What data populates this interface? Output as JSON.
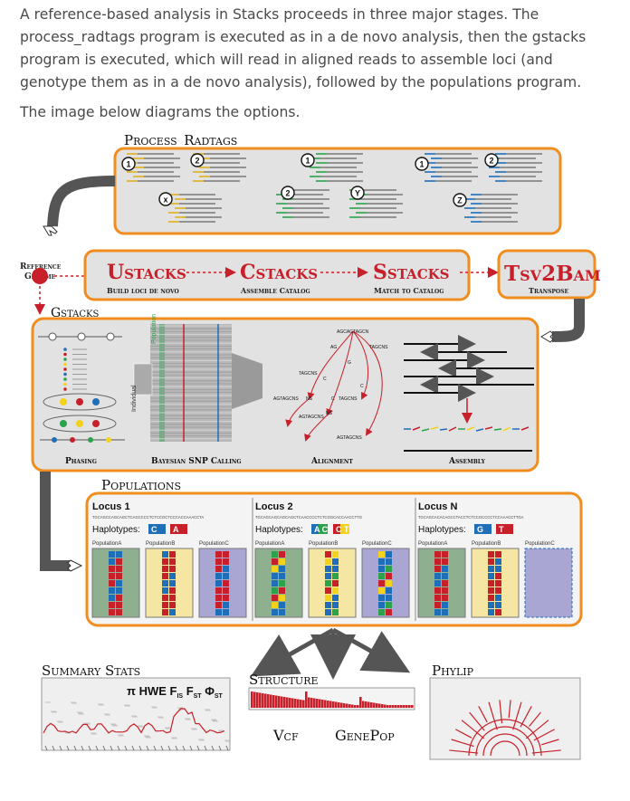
{
  "text": {
    "intro": "A reference-based analysis in Stacks proceeds in three major stages. The process_radtags program is executed as in a de novo analysis, then the gstacks program is executed, which will read in aligned reads to assemble loci (and genotype them as in a de novo analysis), followed by the populations program.",
    "image_caption": "The image below diagrams the options."
  },
  "diagram": {
    "process_radtags_title": "Process_Radtags",
    "process_radtags_markers": [
      "1",
      "2",
      "x",
      "1",
      "2",
      "Y",
      "1",
      "2",
      "Z"
    ],
    "reference_genome": "Reference Genome",
    "stages": [
      {
        "title": "Ustacks",
        "subtitle": "Build loci de novo"
      },
      {
        "title": "Cstacks",
        "subtitle": "Assemble Catalog"
      },
      {
        "title": "Sstacks",
        "subtitle": "Match to Catalog"
      }
    ],
    "tsv2bam": {
      "title": "Tsv2Bam",
      "subtitle": "Transpose"
    },
    "gstacks": {
      "title": "Gstacks",
      "panels": [
        "Phasing",
        "Bayesian SNP Calling",
        "Alignment",
        "Assembly"
      ],
      "axis_population": "Population",
      "axis_individual": "Individual",
      "alignment_seqs": [
        "AGCAGTAGCN",
        "AG",
        "TAGCNS",
        "G",
        "TAGCNS",
        "C",
        "AGTAGCNS",
        "NS",
        "C",
        "TAGCNS",
        "AGTAGCNS",
        "NS",
        "AGTAGCNS",
        "C"
      ]
    },
    "populations": {
      "title": "Populations",
      "loci": [
        {
          "name": "Locus 1",
          "seq": "TGCAGCCAGCAGCTCAGCCCCTCTCCGCTCCCACCAAACCTA",
          "haplotypes_label": "Haplotypes:",
          "haplotypes": [
            "C",
            "A"
          ]
        },
        {
          "name": "Locus 2",
          "seq": "TGCAGCAGCAGCAGCTCAACCCCTCTCGGCACCAACCTTG",
          "haplotypes_label": "Haplotypes:",
          "haplotypes": [
            "A C",
            "C T"
          ]
        },
        {
          "name": "Locus N",
          "seq": "TGCAGCACACAGCCTACCTCTCCGCCCCTCCAAACCTTGA",
          "haplotypes_label": "Haplotypes:",
          "haplotypes": [
            "G",
            "T"
          ]
        }
      ],
      "population_labels": [
        "PopulationA",
        "PopulationB",
        "PopulationC"
      ]
    },
    "outputs": {
      "summary_stats": "Summary Stats",
      "stats_formula": "π HWE F",
      "stats_sub1": "IS",
      "stats_sub2": "ST",
      "stats_phi": "Φ",
      "structure": "Structure",
      "vcf": "Vcf",
      "genepop": "GenePop",
      "phylip": "Phylip"
    },
    "colors": {
      "orange": "#ef8d1f",
      "red": "#c8202a",
      "blue": "#1e6fb8",
      "green": "#2aa34a",
      "yellow": "#f2d21b",
      "panel": "#e2e2e2"
    }
  }
}
